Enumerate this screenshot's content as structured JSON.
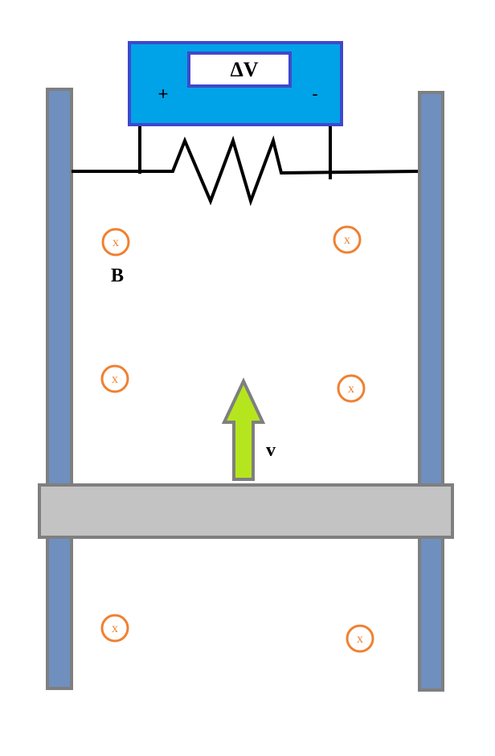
{
  "voltmeter": {
    "label": "ΔV",
    "plus": "+",
    "minus": "-"
  },
  "field_label": "B",
  "field_symbol": "x",
  "velocity_label": "v",
  "colors": {
    "rail": "#6f8fbf",
    "rail_border": "#7f7f7f",
    "meter_fill": "#00a2e8",
    "meter_border": "#3f48cc",
    "field_marker": "#f08030",
    "rod": "#c3c3c3",
    "arrow": "#b5e61d"
  }
}
